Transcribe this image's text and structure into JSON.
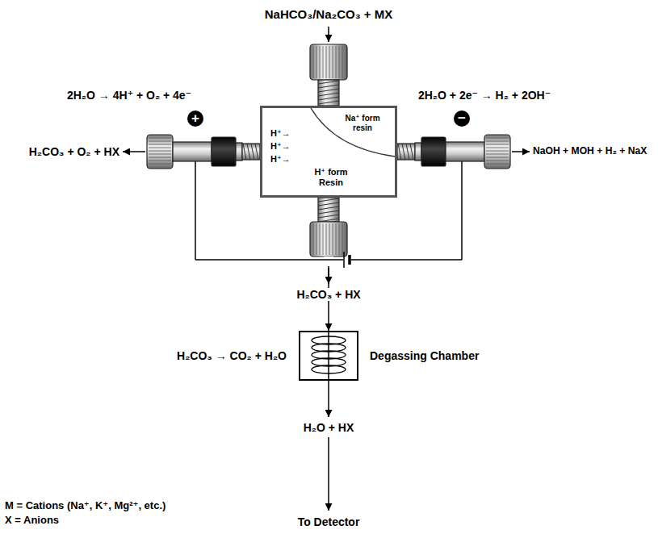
{
  "diagram": {
    "nodes": [
      {
        "text": [
          "+"
        ]
      },
      {
        "text": [
          "−"
        ]
      },
      {
        "text": [
          "H⁺→",
          "H⁺→",
          "H⁺→",
          "Na⁺ form resin",
          "H⁺ form Resin"
        ]
      },
      {
        "text": [
          "Degassing Chamber"
        ]
      }
    ],
    "edges": [
      {
        "from": 2,
        "to": 3,
        "label": "H₂CO₃ + HX",
        "arrow": "to"
      }
    ],
    "labels": [
      "NaHCO₃/Na₂CO₃ + MX",
      "2H₂O → 4H⁺ + O₂ + 4e⁻",
      "2H₂O + 2e⁻ → H₂ + 2OH⁻",
      "H₂CO₃ + O₂ + HX",
      "NaOH + MOH + H₂ + NaX",
      "H₂CO₃ → CO₂ + H₂O",
      "H₂O + HX",
      "To Detector",
      "M = Cations (Na⁺, K⁺, Mg²⁺, etc.)",
      "X = Anions"
    ]
  }
}
